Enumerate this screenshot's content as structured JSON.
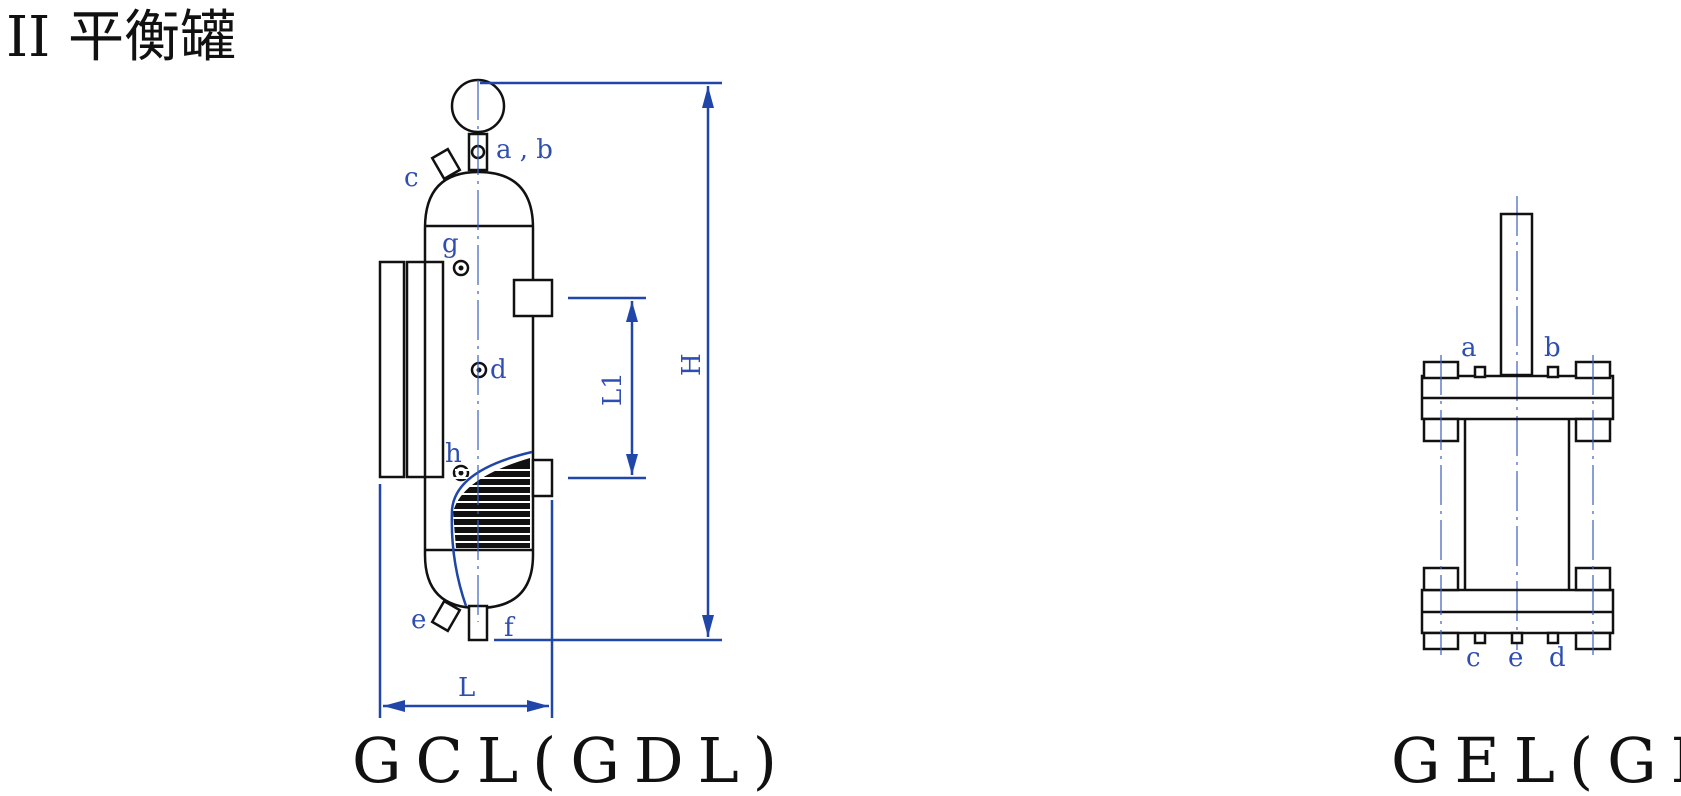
{
  "title": "II 平衡罐",
  "left_model": "GCL(GDL)",
  "right_model": "GEL(GFL)",
  "left_labels": {
    "ab": "a , b",
    "c": "c",
    "g": "g",
    "d": "d",
    "h": "h",
    "e": "e",
    "f": "f",
    "L1": "L1",
    "H": "H",
    "L": "L"
  },
  "right_labels": {
    "a": "a",
    "b": "b",
    "c": "c",
    "e": "e",
    "d": "d"
  },
  "colors": {
    "line": "#111111",
    "dimension": "#1f46a8",
    "label": "#2f4fb0"
  }
}
